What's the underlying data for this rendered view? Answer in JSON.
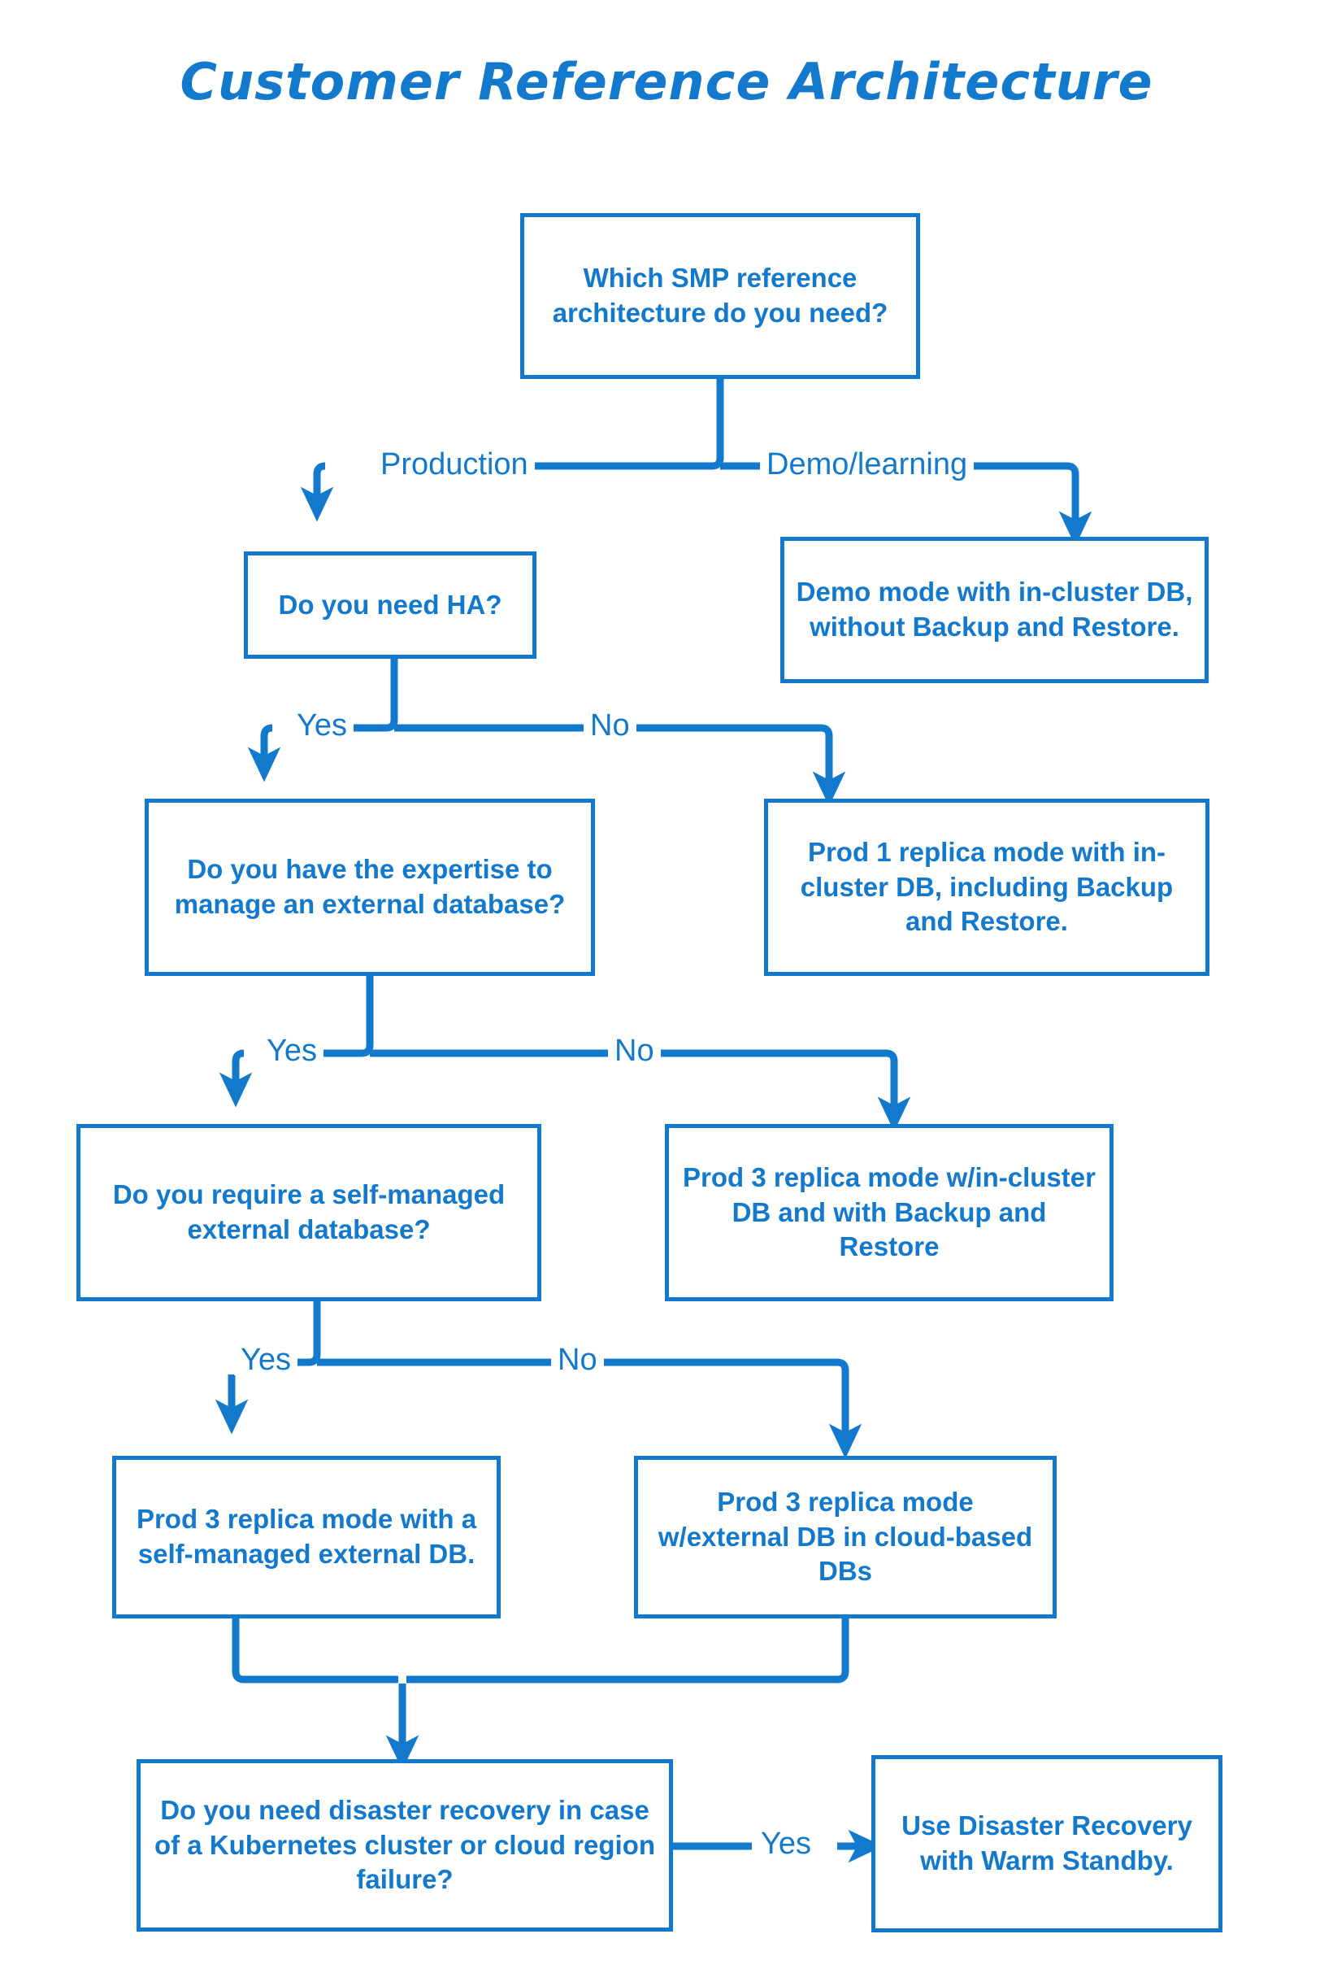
{
  "title": "Customer Reference Architecture",
  "theme": {
    "accent": "#1379cd",
    "background": "#ffffff",
    "text": "#1379cd"
  },
  "chart_data": {
    "type": "diagram",
    "diagram_kind": "decision-flowchart",
    "title": "Customer Reference Architecture",
    "nodes": [
      {
        "id": "q-which",
        "kind": "decision",
        "text": "Which SMP reference architecture do you need?"
      },
      {
        "id": "q-ha",
        "kind": "decision",
        "text": "Do you need HA?"
      },
      {
        "id": "r-demo",
        "kind": "result",
        "text": "Demo mode with in-cluster DB, without Backup and Restore."
      },
      {
        "id": "q-expertise",
        "kind": "decision",
        "text": "Do you have the expertise to manage an external database?"
      },
      {
        "id": "r-prod1",
        "kind": "result",
        "text": "Prod 1 replica mode with in-cluster DB, including Backup and Restore."
      },
      {
        "id": "q-selfmanaged",
        "kind": "decision",
        "text": "Do you require a self-managed external database?"
      },
      {
        "id": "r-prod3-in",
        "kind": "result",
        "text": "Prod 3 replica mode w/in-cluster DB and with Backup and Restore"
      },
      {
        "id": "r-prod3-self",
        "kind": "result",
        "text": "Prod 3 replica mode with a self-managed external DB."
      },
      {
        "id": "r-prod3-cloud",
        "kind": "result",
        "text": "Prod 3 replica mode w/external DB in cloud-based DBs"
      },
      {
        "id": "q-dr",
        "kind": "decision",
        "text": "Do you need disaster recovery in case of a Kubernetes cluster or cloud region failure?"
      },
      {
        "id": "r-warm",
        "kind": "result",
        "text": "Use Disaster Recovery with Warm Standby."
      }
    ],
    "edges": [
      {
        "from": "q-which",
        "to": "q-ha",
        "label": "Production"
      },
      {
        "from": "q-which",
        "to": "r-demo",
        "label": "Demo/learning"
      },
      {
        "from": "q-ha",
        "to": "q-expertise",
        "label": "Yes"
      },
      {
        "from": "q-ha",
        "to": "r-prod1",
        "label": "No"
      },
      {
        "from": "q-expertise",
        "to": "q-selfmanaged",
        "label": "Yes"
      },
      {
        "from": "q-expertise",
        "to": "r-prod3-in",
        "label": "No"
      },
      {
        "from": "q-selfmanaged",
        "to": "r-prod3-self",
        "label": "Yes"
      },
      {
        "from": "q-selfmanaged",
        "to": "r-prod3-cloud",
        "label": "No"
      },
      {
        "from": "r-prod3-self",
        "to": "q-dr",
        "label": ""
      },
      {
        "from": "r-prod3-cloud",
        "to": "q-dr",
        "label": ""
      },
      {
        "from": "q-dr",
        "to": "r-warm",
        "label": "Yes"
      }
    ]
  },
  "nodes": {
    "q_which": "Which SMP reference architecture do you need?",
    "q_ha": "Do you need HA?",
    "r_demo": "Demo mode with in-cluster DB, without Backup and Restore.",
    "q_expertise": "Do you have the expertise to manage an external database?",
    "r_prod1": "Prod 1 replica mode with in-cluster DB, including Backup and Restore.",
    "q_selfmanaged": "Do you require a self-managed external database?",
    "r_prod3_in": "Prod 3 replica mode w/in-cluster DB and with Backup and Restore",
    "r_prod3_self": "Prod 3 replica mode with a self-managed external DB.",
    "r_prod3_cloud": "Prod 3 replica mode w/external DB in cloud-based DBs",
    "q_dr": "Do you need disaster recovery in case of a Kubernetes cluster or cloud region failure?",
    "r_warm": "Use Disaster Recovery with Warm Standby."
  },
  "edge_labels": {
    "production": "Production",
    "demo_learning": "Demo/learning",
    "ha_yes": "Yes",
    "ha_no": "No",
    "expertise_yes": "Yes",
    "expertise_no": "No",
    "self_yes": "Yes",
    "self_no": "No",
    "dr_yes": "Yes"
  }
}
